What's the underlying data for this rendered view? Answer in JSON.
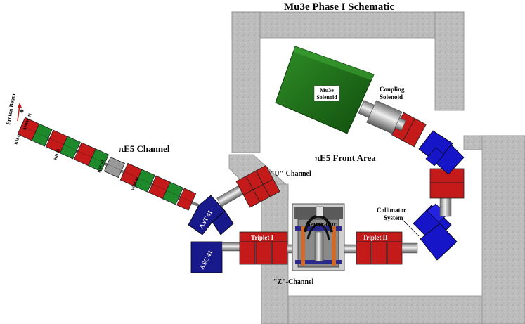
{
  "title": "Mu3e Phase I Schematic",
  "labels": {
    "proton_beam": "Proton Beam",
    "pie5_channel": "πE5 Channel",
    "pie5_front_area": "πE5 Front Area",
    "u_channel": "\"U\"-Channel",
    "z_channel": "\"Z\"-Channel",
    "coupling_solenoid_l1": "Coupling",
    "coupling_solenoid_l2": "Solenoid",
    "collimator_l1": "Collimator",
    "collimator_l2": "System",
    "mu3e_solenoid_l1": "Mu3e",
    "mu3e_solenoid_l2": "Solenoid",
    "triplet_1": "Triplet I",
    "triplet_2": "Triplet II",
    "separator": "Separator",
    "ast41": "AST 41",
    "asc41": "ASC 41",
    "kh41": "KH 41",
    "ahsw41": "AHSW 41",
    "kii41": "KII 41",
    "ksf41": "KSF 41",
    "vsm41": "VSM 41"
  },
  "colors": {
    "concrete": "#bcbcbc",
    "quad_red": "#c41a1a",
    "dipole_green": "#1f8a2c",
    "blue_magnet": "#1616c8",
    "navy_magnet": "#181a8c",
    "solenoid_green": "#1e6e1a"
  }
}
